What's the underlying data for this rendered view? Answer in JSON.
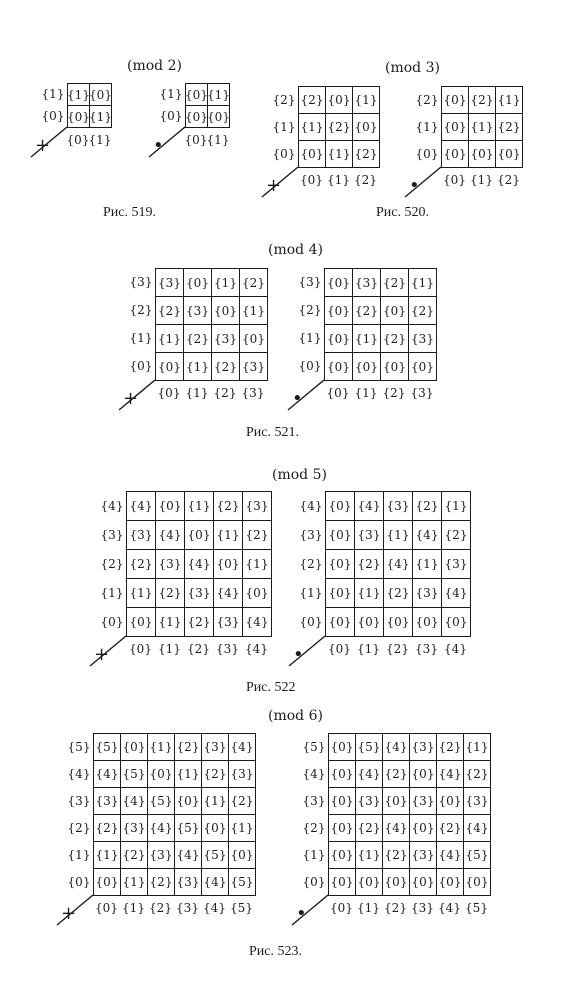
{
  "page": {
    "bg": "#ffffff",
    "ink": "#1c1c1c"
  },
  "figures": [
    {
      "id": "fig519",
      "mod_label": "(mod 2)",
      "caption": "Рис. 519.",
      "tables": [
        {
          "op": "+",
          "col_labels": [
            "{0}",
            "{1}"
          ],
          "row_labels": [
            "{1}",
            "{0}"
          ],
          "rows": [
            [
              "{1}",
              "{0}"
            ],
            [
              "{0}",
              "{1}"
            ]
          ]
        },
        {
          "op": "•",
          "col_labels": [
            "{0}",
            "{1}"
          ],
          "row_labels": [
            "{1}",
            "{0}"
          ],
          "rows": [
            [
              "{0}",
              "{1}"
            ],
            [
              "{0}",
              "{0}"
            ]
          ]
        }
      ]
    },
    {
      "id": "fig520",
      "mod_label": "(mod 3)",
      "caption": "Рис. 520.",
      "tables": [
        {
          "op": "+",
          "col_labels": [
            "{0}",
            "{1}",
            "{2}"
          ],
          "row_labels": [
            "{2}",
            "{1}",
            "{0}"
          ],
          "rows": [
            [
              "{2}",
              "{0}",
              "{1}"
            ],
            [
              "{1}",
              "{2}",
              "{0}"
            ],
            [
              "{0}",
              "{1}",
              "{2}"
            ]
          ]
        },
        {
          "op": "•",
          "col_labels": [
            "{0}",
            "{1}",
            "{2}"
          ],
          "row_labels": [
            "{2}",
            "{1}",
            "{0}"
          ],
          "rows": [
            [
              "{0}",
              "{2}",
              "{1}"
            ],
            [
              "{0}",
              "{1}",
              "{2}"
            ],
            [
              "{0}",
              "{0}",
              "{0}"
            ]
          ]
        }
      ]
    },
    {
      "id": "fig521",
      "mod_label": "(mod 4)",
      "caption": "Рис. 521.",
      "tables": [
        {
          "op": "+",
          "col_labels": [
            "{0}",
            "{1}",
            "{2}",
            "{3}"
          ],
          "row_labels": [
            "{3}",
            "{2}",
            "{1}",
            "{0}"
          ],
          "rows": [
            [
              "{3}",
              "{0}",
              "{1}",
              "{2}"
            ],
            [
              "{2}",
              "{3}",
              "{0}",
              "{1}"
            ],
            [
              "{1}",
              "{2}",
              "{3}",
              "{0}"
            ],
            [
              "{0}",
              "{1}",
              "{2}",
              "{3}"
            ]
          ]
        },
        {
          "op": "•",
          "col_labels": [
            "{0}",
            "{1}",
            "{2}",
            "{3}"
          ],
          "row_labels": [
            "{3}",
            "{2}",
            "{1}",
            "{0}"
          ],
          "rows": [
            [
              "{0}",
              "{3}",
              "{2}",
              "{1}"
            ],
            [
              "{0}",
              "{2}",
              "{0}",
              "{2}"
            ],
            [
              "{0}",
              "{1}",
              "{2}",
              "{3}"
            ],
            [
              "{0}",
              "{0}",
              "{0}",
              "{0}"
            ]
          ]
        }
      ]
    },
    {
      "id": "fig522",
      "mod_label": "(mod 5)",
      "caption": "Рис. 522",
      "tables": [
        {
          "op": "+",
          "col_labels": [
            "{0}",
            "{1}",
            "{2}",
            "{3}",
            "{4}"
          ],
          "row_labels": [
            "{4}",
            "{3}",
            "{2}",
            "{1}",
            "{0}"
          ],
          "rows": [
            [
              "{4}",
              "{0}",
              "{1}",
              "{2}",
              "{3}"
            ],
            [
              "{3}",
              "{4}",
              "{0}",
              "{1}",
              "{2}"
            ],
            [
              "{2}",
              "{3}",
              "{4}",
              "{0}",
              "{1}"
            ],
            [
              "{1}",
              "{2}",
              "{3}",
              "{4}",
              "{0}"
            ],
            [
              "{0}",
              "{1}",
              "{2}",
              "{3}",
              "{4}"
            ]
          ]
        },
        {
          "op": "•",
          "col_labels": [
            "{0}",
            "{1}",
            "{2}",
            "{3}",
            "{4}"
          ],
          "row_labels": [
            "{4}",
            "{3}",
            "{2}",
            "{1}",
            "{0}"
          ],
          "rows": [
            [
              "{0}",
              "{4}",
              "{3}",
              "{2}",
              "{1}"
            ],
            [
              "{0}",
              "{3}",
              "{1}",
              "{4}",
              "{2}"
            ],
            [
              "{0}",
              "{2}",
              "{4}",
              "{1}",
              "{3}"
            ],
            [
              "{0}",
              "{1}",
              "{2}",
              "{3}",
              "{4}"
            ],
            [
              "{0}",
              "{0}",
              "{0}",
              "{0}",
              "{0}"
            ]
          ]
        }
      ]
    },
    {
      "id": "fig523",
      "mod_label": "(mod 6)",
      "caption": "Рис. 523.",
      "tables": [
        {
          "op": "+",
          "col_labels": [
            "{0}",
            "{1}",
            "{2}",
            "{3}",
            "{4}",
            "{5}"
          ],
          "row_labels": [
            "{5}",
            "{4}",
            "{3}",
            "{2}",
            "{1}",
            "{0}"
          ],
          "rows": [
            [
              "{5}",
              "{0}",
              "{1}",
              "{2}",
              "{3}",
              "{4}"
            ],
            [
              "{4}",
              "{5}",
              "{0}",
              "{1}",
              "{2}",
              "{3}"
            ],
            [
              "{3}",
              "{4}",
              "{5}",
              "{0}",
              "{1}",
              "{2}"
            ],
            [
              "{2}",
              "{3}",
              "{4}",
              "{5}",
              "{0}",
              "{1}"
            ],
            [
              "{1}",
              "{2}",
              "{3}",
              "{4}",
              "{5}",
              "{0}"
            ],
            [
              "{0}",
              "{1}",
              "{2}",
              "{3}",
              "{4}",
              "{5}"
            ]
          ]
        },
        {
          "op": "•",
          "col_labels": [
            "{0}",
            "{1}",
            "{2}",
            "{3}",
            "{4}",
            "{5}"
          ],
          "row_labels": [
            "{5}",
            "{4}",
            "{3}",
            "{2}",
            "{1}",
            "{0}"
          ],
          "rows": [
            [
              "{0}",
              "{5}",
              "{4}",
              "{3}",
              "{2}",
              "{1}"
            ],
            [
              "{0}",
              "{4}",
              "{2}",
              "{0}",
              "{4}",
              "{2}"
            ],
            [
              "{0}",
              "{3}",
              "{0}",
              "{3}",
              "{0}",
              "{3}"
            ],
            [
              "{0}",
              "{2}",
              "{4}",
              "{0}",
              "{2}",
              "{4}"
            ],
            [
              "{0}",
              "{1}",
              "{2}",
              "{3}",
              "{4}",
              "{5}"
            ],
            [
              "{0}",
              "{0}",
              "{0}",
              "{0}",
              "{0}",
              "{0}"
            ]
          ]
        }
      ]
    }
  ]
}
